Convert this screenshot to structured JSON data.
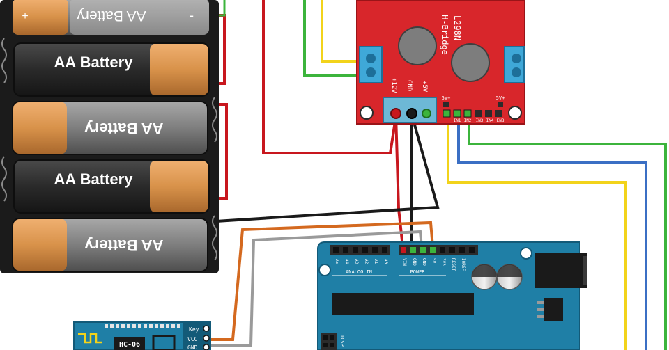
{
  "battery_pack": {
    "cell_label": "AA Battery",
    "plus_sign": "+",
    "minus_sign": "-"
  },
  "hbridge": {
    "title_line1": "L298N",
    "title_line2": "H-Bridge",
    "pin_12v": "+12V",
    "pin_gnd": "GND",
    "pin_5v": "+5V",
    "jumper_left": "5V+",
    "jumper_right": "5V+",
    "in1": "IN1",
    "in2": "IN2",
    "in3": "IN3",
    "in4": "IN4",
    "enb": "ENB"
  },
  "arduino": {
    "analog_in": "ANALOG IN",
    "analog_pins": [
      "A5",
      "A4",
      "A3",
      "A2",
      "A1",
      "A0"
    ],
    "power": "POWER",
    "power_pins": [
      "VIN",
      "GND",
      "GND",
      "5V",
      "3V3",
      "RESET",
      "IOREF"
    ],
    "icsp": "ICSP"
  },
  "bluetooth": {
    "model": "HC-06",
    "pins": [
      "Key",
      "VCC",
      "GND"
    ]
  },
  "colors": {
    "wire_red": "#c8171e",
    "wire_black": "#1a1a1a",
    "wire_orange": "#d4691f",
    "wire_gray": "#9a9a9a",
    "wire_yellow": "#f2d31b",
    "wire_green": "#3cb43c",
    "wire_blue": "#3b6fc4",
    "hbridge_red": "#d8262b",
    "arduino_blue": "#1f7fa6",
    "battery_copper": "#d8924a"
  }
}
